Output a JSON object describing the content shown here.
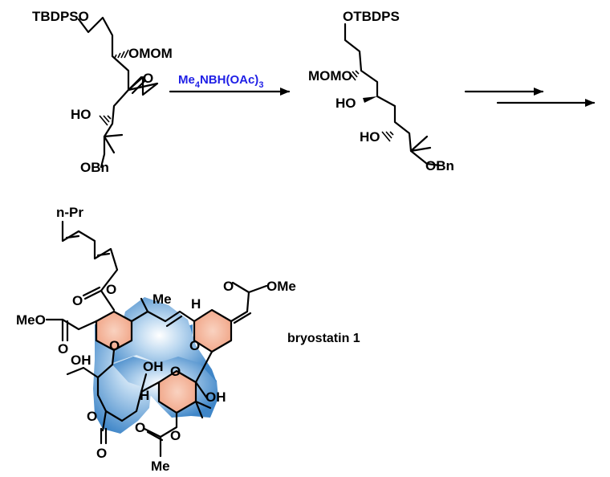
{
  "colors": {
    "reagent": "#1f1fe6",
    "ring_fill": "#f4b69a",
    "macrocycle_fill": "#4a8fcf",
    "bond": "#000000"
  },
  "reagent": {
    "prefix": "Me",
    "sub": "4",
    "mid": "NBH(OAc)",
    "sub2": "3"
  },
  "sm": {
    "tbdpso": "TBDPSO",
    "omom": "OMOM",
    "o": "O",
    "ho": "HO",
    "obn": "OBn"
  },
  "prod": {
    "otbdps": "OTBDPS",
    "momo": "MOMO",
    "ho1": "HO",
    "ho2": "HO",
    "obn": "OBn"
  },
  "bryo": {
    "npr": "n-Pr",
    "o": "O",
    "me": "Me",
    "h": "H",
    "ome": "OMe",
    "meo": "MeO",
    "oh": "OH",
    "name": "bryostatin 1"
  },
  "icons": {
    "forward_arrow": "reaction-arrow-icon",
    "multistep": "multistep-arrow-icon"
  }
}
